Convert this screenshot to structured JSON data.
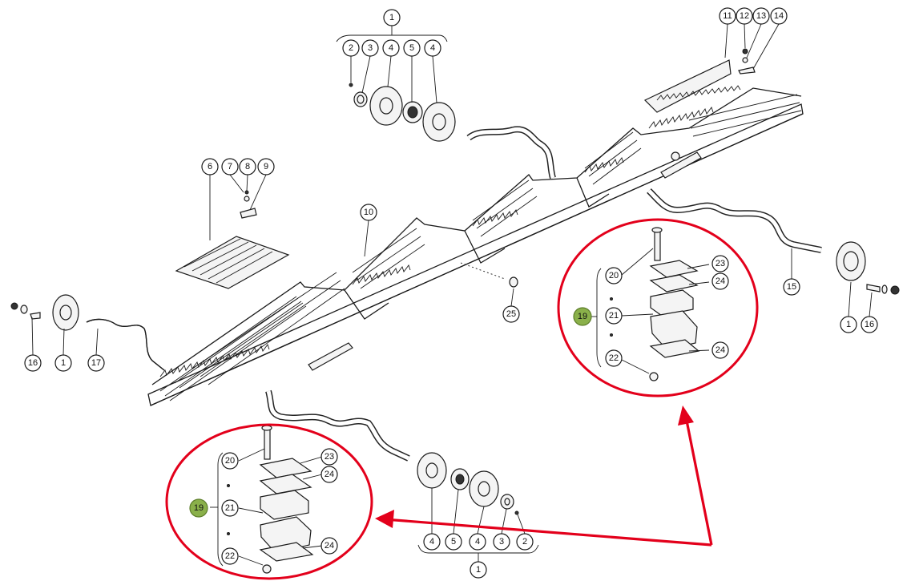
{
  "figure": {
    "callouts": {
      "c1_top": "1",
      "c2_top": "2",
      "c3_top": "3",
      "c4a_top": "4",
      "c5_top": "5",
      "c4b_top": "4",
      "c6": "6",
      "c7": "7",
      "c8": "8",
      "c9": "9",
      "c10": "10",
      "c11": "11",
      "c12": "12",
      "c13": "13",
      "c14": "14",
      "c15": "15",
      "c16_left": "16",
      "c1_left": "1",
      "c17": "17",
      "c1_right": "1",
      "c16_right": "16",
      "c25": "25",
      "r19": "19",
      "r20": "20",
      "r21": "21",
      "r22": "22",
      "r23": "23",
      "r24a": "24",
      "r24b": "24",
      "l19": "19",
      "l20": "20",
      "l21": "21",
      "l22": "22",
      "l23": "23",
      "l24a": "24",
      "l24b": "24",
      "b4a": "4",
      "b5": "5",
      "b4b": "4",
      "b3": "3",
      "b2": "2",
      "b1": "1"
    },
    "colors": {
      "highlight_ring": "#e3001b",
      "callout_highlight": "#8ab04a",
      "line": "#1a1a1a"
    }
  }
}
